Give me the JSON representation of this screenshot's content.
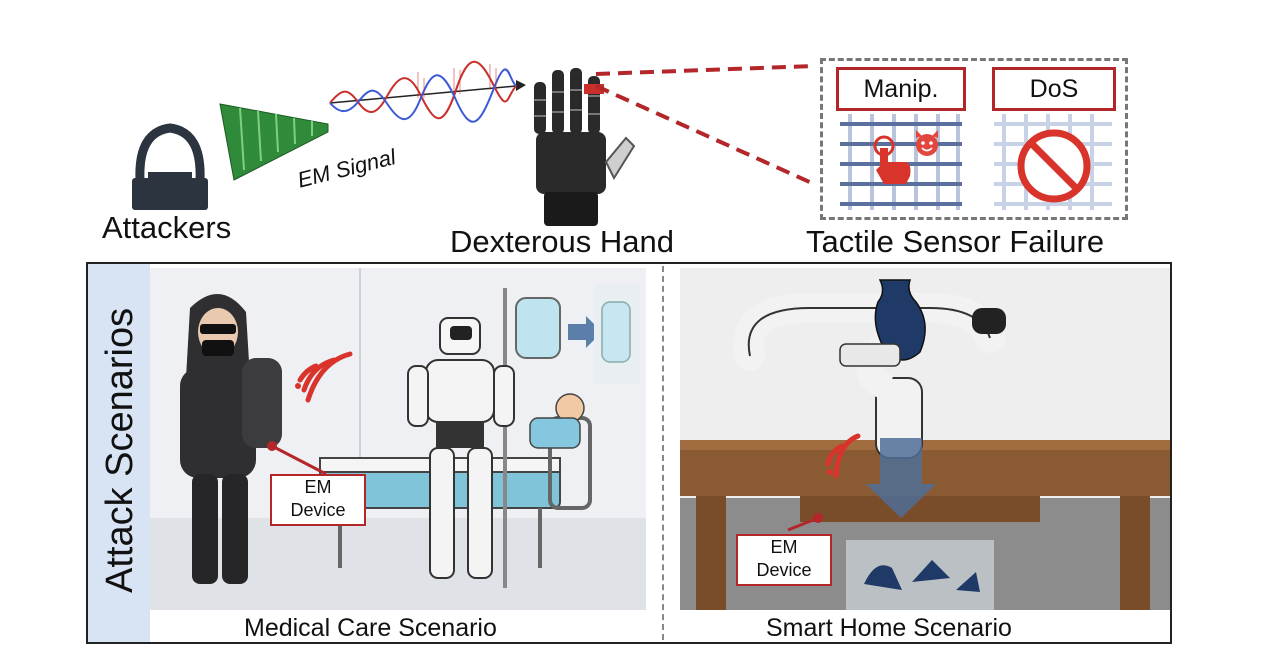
{
  "top": {
    "attackers_label": "Attackers",
    "em_signal_label": "EM Signal",
    "hand_label": "Dexterous Hand",
    "failure_label": "Tactile Sensor Failure",
    "failure_modes": [
      "Manip.",
      "DoS"
    ]
  },
  "scenarios": {
    "title": "Attack Scenarios",
    "medical": {
      "caption": "Medical Care Scenario",
      "device_label_line1": "EM",
      "device_label_line2": "Device"
    },
    "home": {
      "caption": "Smart Home Scenario",
      "device_label_line1": "EM",
      "device_label_line2": "Device"
    }
  },
  "colors": {
    "accent_red": "#b3262a",
    "signal_blue": "#3b5bd6",
    "antenna_green": "#2f8a3a",
    "panel_blue": "#d8e4f3"
  },
  "icons": [
    "attacker-icon",
    "antenna-icon",
    "em-wave-icon",
    "robot-hand-icon",
    "pointer-hand-icon",
    "devil-emoji-icon",
    "prohibited-icon",
    "wireless-signal-icon"
  ]
}
